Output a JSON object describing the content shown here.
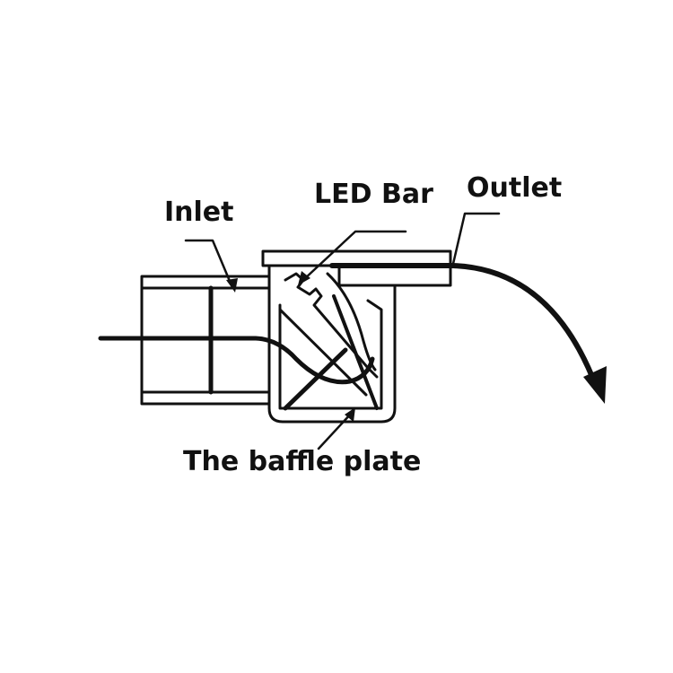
{
  "labels": {
    "inlet": "Inlet",
    "led_bar": "LED Bar",
    "outlet": "Outlet",
    "baffle_plate": "The baffle plate"
  },
  "colors": {
    "line": "#111111",
    "background": "#ffffff"
  }
}
